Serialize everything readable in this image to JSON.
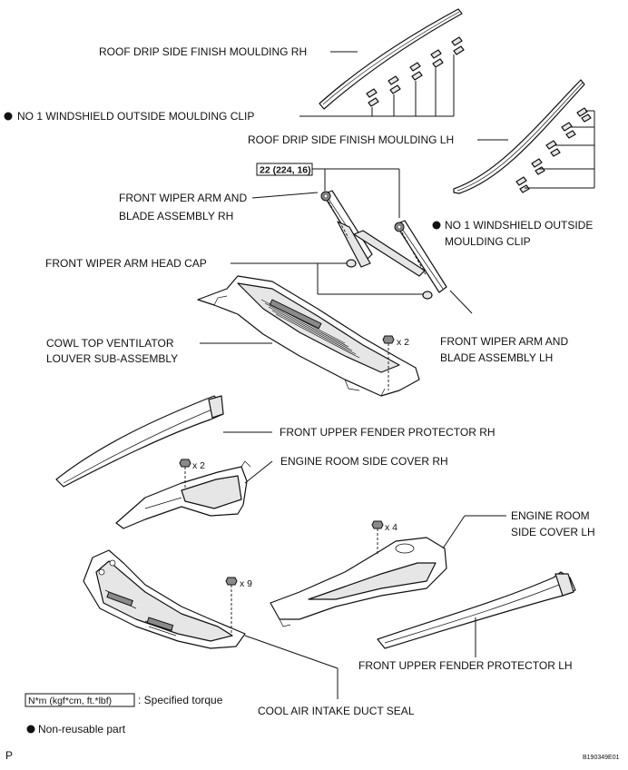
{
  "labels": {
    "roof_drip_rh": "ROOF DRIP SIDE FINISH MOULDING RH",
    "clip_rh": "NO  1 WINDSHIELD OUTSIDE MOULDING CLIP",
    "roof_drip_lh": "ROOF DRIP SIDE FINISH MOULDING LH",
    "torque": "22 (224, 16)",
    "wiper_rh_line1": "FRONT WIPER ARM AND",
    "wiper_rh_line2": "BLADE ASSEMBLY RH",
    "clip_lh_line1": "NO  1 WINDSHIELD OUTSIDE",
    "clip_lh_line2": "MOULDING CLIP",
    "head_cap": "FRONT WIPER ARM HEAD CAP",
    "cowl_line1": "COWL TOP VENTILATOR",
    "cowl_line2": "LOUVER SUB-ASSEMBLY",
    "wiper_lh_line1": "FRONT WIPER ARM AND",
    "wiper_lh_line2": "BLADE ASSEMBLY LH",
    "fender_rh": "FRONT UPPER FENDER PROTECTOR RH",
    "engine_cover_rh": "ENGINE ROOM SIDE COVER RH",
    "engine_cover_lh_line1": "ENGINE ROOM",
    "engine_cover_lh_line2": "SIDE COVER LH",
    "fender_lh": "FRONT UPPER FENDER PROTECTOR LH",
    "duct_seal": "COOL AIR INTAKE DUCT SEAL",
    "qty_cowl": "x 2",
    "qty_cover_rh": "x 2",
    "qty_cover_lh": "x 4",
    "qty_duct": "x 9"
  },
  "legend": {
    "torque_units": "N*m (kgf*cm, ft.*lbf)",
    "torque_desc": ": Specified torque",
    "non_reusable": "Non-reusable part"
  },
  "footer": {
    "page_letter": "P",
    "figure_id": "B190349E01"
  }
}
